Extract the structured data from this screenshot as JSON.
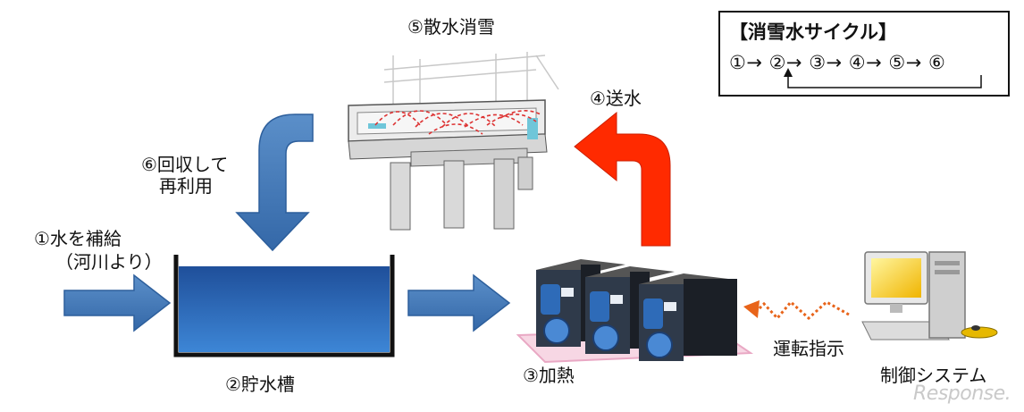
{
  "labels": {
    "spray": "⑤散水消雪",
    "send": "④送水",
    "recover_line1": "⑥回収して",
    "recover_line2": "再利用",
    "supply_line1": "①水を補給",
    "supply_line2": "（河川より）",
    "tank": "②貯水槽",
    "heat": "③加熱",
    "command": "運転指示",
    "control": "制御システム"
  },
  "cycle": {
    "title": "【消雪水サイクル】",
    "sequence": "①→ ②→ ③→ ④→ ⑤→ ⑥"
  },
  "watermark": "Response."
}
